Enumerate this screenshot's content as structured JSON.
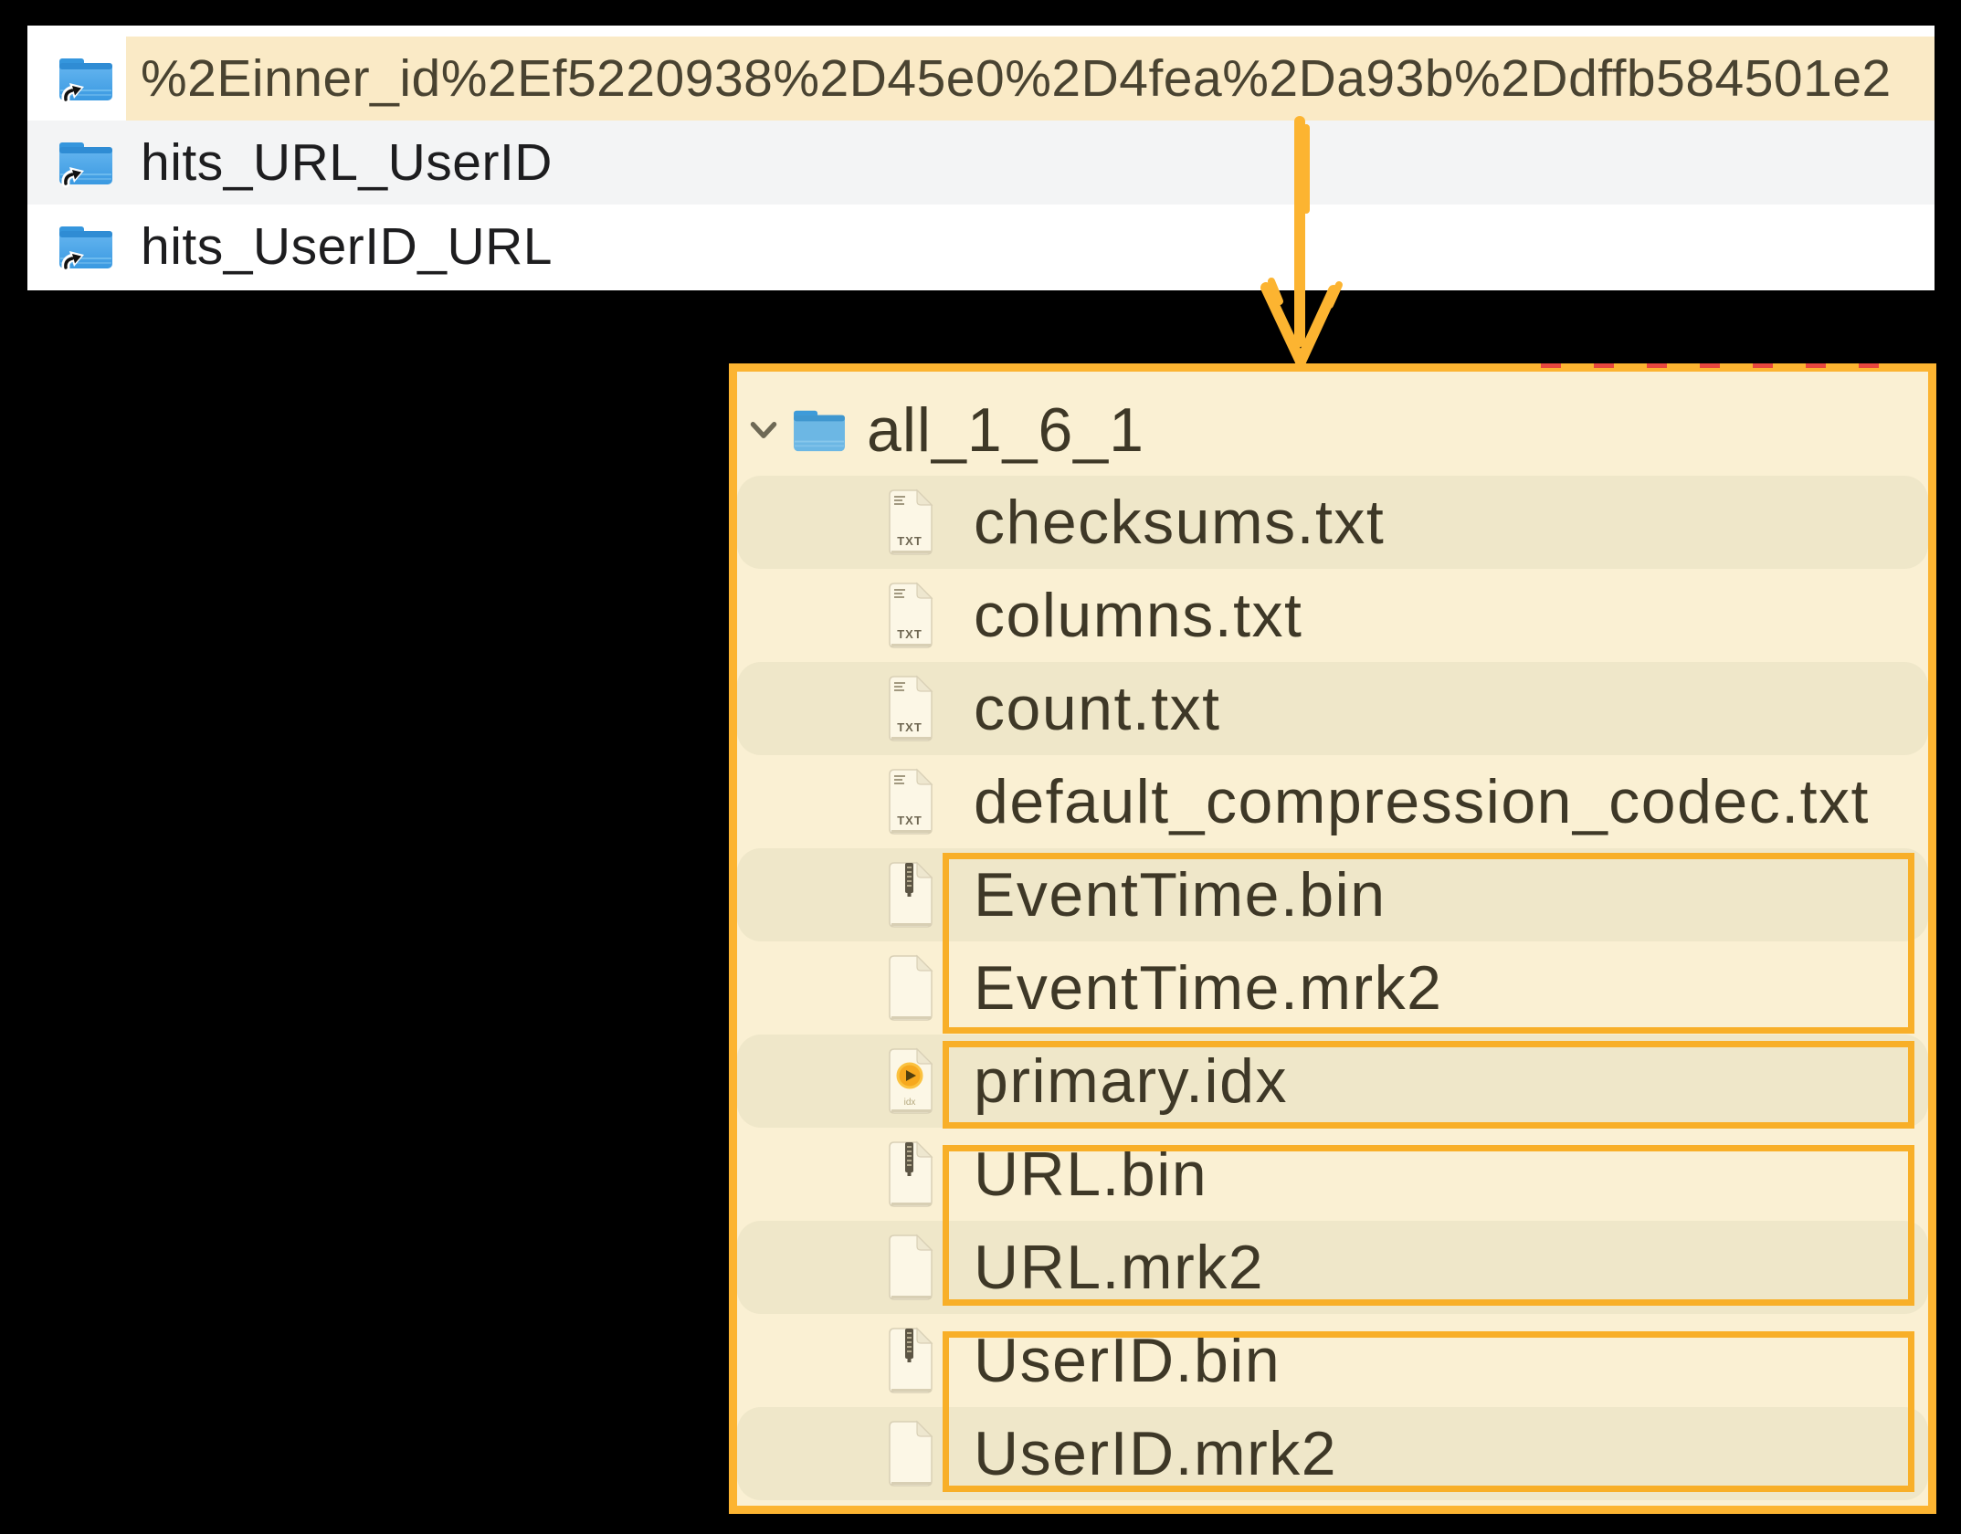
{
  "top_panel": {
    "rows": [
      {
        "name": "%2Einner_id%2Ef5220938%2D45e0%2D4fea%2Da93b%2Ddffb584501e2",
        "highlighted": true,
        "icon": "alias-folder-icon"
      },
      {
        "name": "hits_URL_UserID",
        "highlighted": false,
        "icon": "alias-folder-icon"
      },
      {
        "name": "hits_UserID_URL",
        "highlighted": false,
        "icon": "alias-folder-icon"
      }
    ]
  },
  "detail_panel": {
    "root": {
      "label": "all_1_6_1",
      "icon": "folder-icon",
      "expanded": true
    },
    "files": [
      {
        "label": "checksums.txt",
        "icon": "txt-file-icon",
        "boxed": false
      },
      {
        "label": "columns.txt",
        "icon": "txt-file-icon",
        "boxed": false
      },
      {
        "label": "count.txt",
        "icon": "txt-file-icon",
        "boxed": false
      },
      {
        "label": "default_compression_codec.txt",
        "icon": "txt-file-icon",
        "boxed": false
      },
      {
        "label": "EventTime.bin",
        "icon": "bin-file-icon",
        "boxed": true
      },
      {
        "label": "EventTime.mrk2",
        "icon": "mrk-file-icon",
        "boxed": true
      },
      {
        "label": "primary.idx",
        "icon": "idx-file-icon",
        "boxed": true
      },
      {
        "label": "URL.bin",
        "icon": "bin-file-icon",
        "boxed": true
      },
      {
        "label": "URL.mrk2",
        "icon": "mrk-file-icon",
        "boxed": true
      },
      {
        "label": "UserID.bin",
        "icon": "bin-file-icon",
        "boxed": true
      },
      {
        "label": "UserID.mrk2",
        "icon": "mrk-file-icon",
        "boxed": true
      }
    ]
  },
  "icons": {
    "txt_label": "TXT",
    "idx_label": "idx"
  },
  "colors": {
    "accent_orange": "#FCB431",
    "panel_cream": "#FAF0D3",
    "row_shade": "#EFE7C9",
    "selection_cream": "#FAEAC6",
    "alt_row_gray": "#F3F4F5",
    "folder_blue": "#4BA5E8",
    "text_dark": "#1D1D1F",
    "text_brown": "#3E3827"
  }
}
